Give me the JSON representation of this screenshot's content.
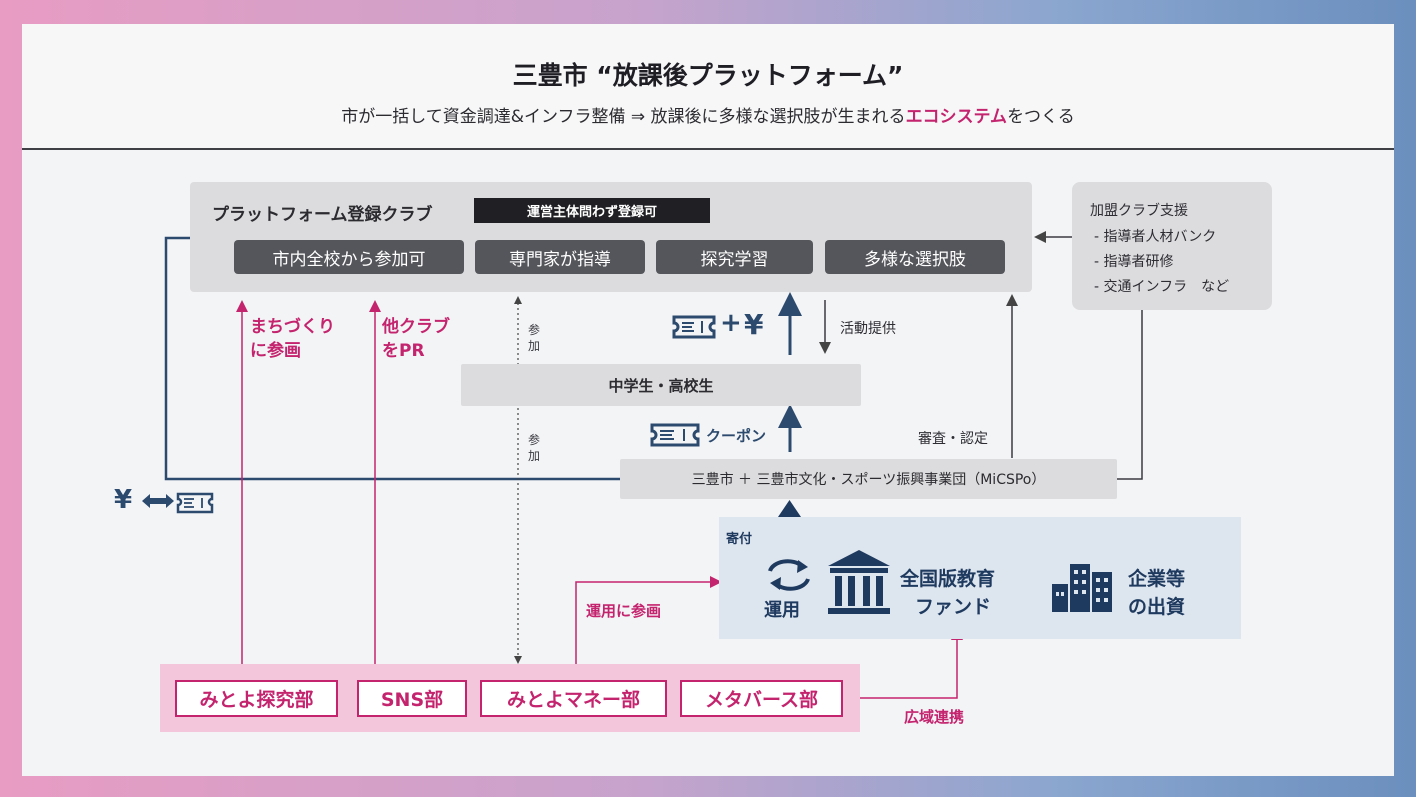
{
  "header": {
    "title": "三豊市 “放課後プラットフォーム”",
    "subtitle_pre": "市が一括して資金調達&インフラ整備 ⇒ 放課後に多様な選択肢が生まれる",
    "subtitle_hl": "エコシステム",
    "subtitle_post": "をつくる"
  },
  "platform": {
    "title": "プラットフォーム登録クラブ",
    "tag": "運営主体問わず登録可",
    "features": [
      "市内全校から参加可",
      "専門家が指導",
      "探究学習",
      "多様な選択肢"
    ]
  },
  "support": {
    "title": "加盟クラブ支援",
    "items": [
      "- 指導者人材バンク",
      "- 指導者研修",
      "- 交通インフラ　など"
    ]
  },
  "students_label": "中学生・高校生",
  "city_label": "三豊市 ＋ 三豊市文化・スポーツ振興事業団（MiCSPo）",
  "labels": {
    "machizukuri_1": "まちづくり",
    "machizukuri_2": "に参画",
    "otherclub_1": "他クラブ",
    "otherclub_2": "をPR",
    "sanka_1": "参加",
    "sanka_2": "参加",
    "katsudou": "活動提供",
    "coupon": "クーポン",
    "shinsa": "審査・認定",
    "kifu": "寄付",
    "unyou_sankaku": "運用に参画",
    "kouiki": "広域連携",
    "yen_symbol": "¥",
    "plus_symbol": "+"
  },
  "fund": {
    "unyou": "運用",
    "name_1": "全国版教育",
    "name_2": "ファンド",
    "investor_1": "企業等",
    "investor_2": "の出資"
  },
  "clubs": [
    "みとよ探究部",
    "SNS部",
    "みとよマネー部",
    "メタバース部"
  ],
  "colors": {
    "accent_pink": "#c4236e",
    "navy": "#2c4a6e",
    "gray_box": "#dcdcde",
    "fund_box": "#dde5ef"
  }
}
